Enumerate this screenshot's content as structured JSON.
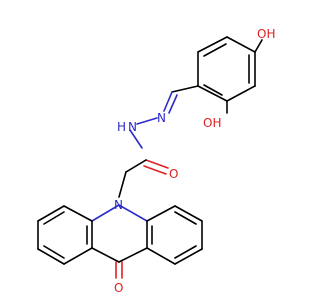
{
  "molecule": {
    "atoms": {
      "hydroxyl_top": "OH",
      "hydroxyl_bottom": "OH",
      "imine_n": "N",
      "amide_n": "N",
      "amide_h": "H",
      "amide_o": "O",
      "ring_n": "N",
      "ketone_o": "O"
    },
    "colors": {
      "carbon_bond": "#000000",
      "nitrogen": "#2b2bcc",
      "oxygen": "#e02020"
    }
  }
}
